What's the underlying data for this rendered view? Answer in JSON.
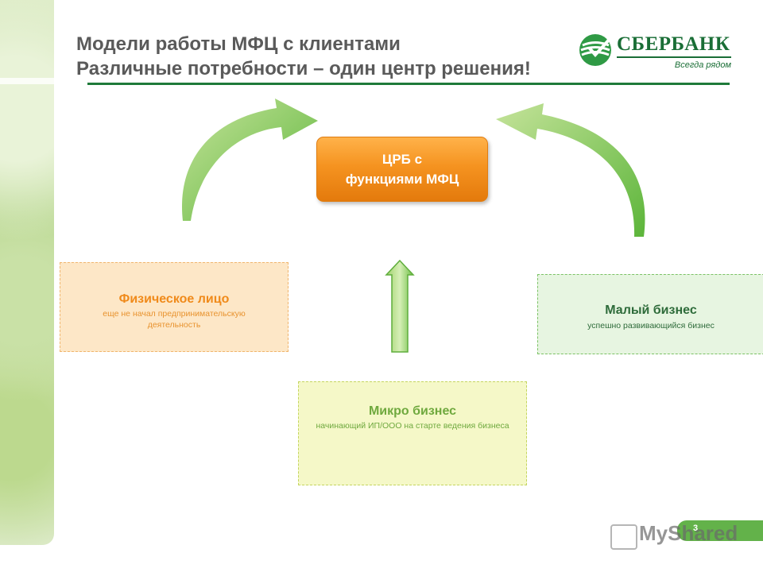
{
  "title": {
    "line1": "Модели работы МФЦ с клиентами",
    "line2": "Различные потребности – один центр решения!"
  },
  "logo": {
    "name": "СБЕРБАНК",
    "tagline": "Всегда рядом",
    "color": "#1a6e36"
  },
  "center": {
    "line1": "ЦРБ с",
    "line2": "функциями МФЦ"
  },
  "boxes": {
    "individual": {
      "title": "Физическое лицо",
      "subtitle": "еще не начал предпринимательскую деятельность"
    },
    "small": {
      "title": "Малый бизнес",
      "subtitle": "успешно развивающийся бизнес"
    },
    "micro": {
      "title": "Микро бизнес",
      "subtitle": "начинающий ИП/ООО на старте ведения бизнеса"
    }
  },
  "footer": {
    "page_number": "3",
    "watermark": "MyShared"
  },
  "colors": {
    "accent_orange": "#f59320",
    "accent_green": "#63b24a",
    "title_gray": "#5a5a5a"
  }
}
